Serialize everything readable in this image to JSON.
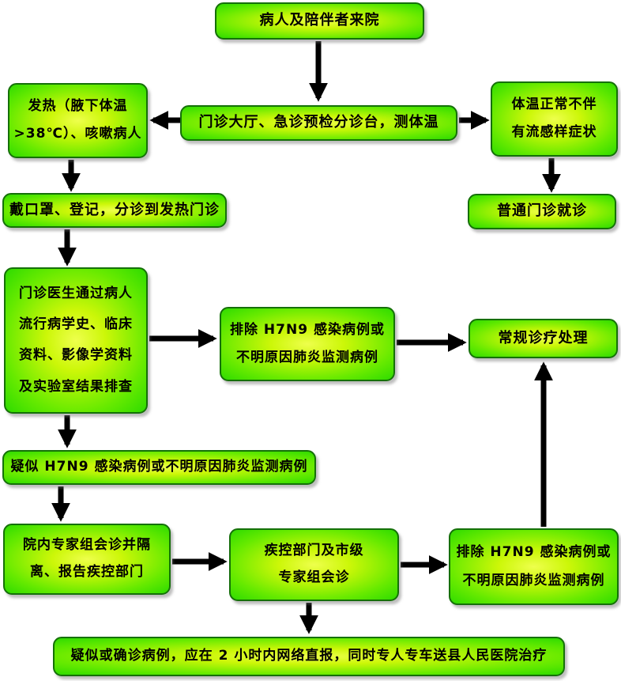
{
  "nodes": {
    "arrival": {
      "lines": [
        "病人及陪伴者来院"
      ]
    },
    "triage_desk": {
      "lines": [
        "门诊大厅、急诊预检分诊台，测体温"
      ]
    },
    "fever": {
      "lines": [
        "发热（腋下体温",
        ">38℃）、咳嗽病人"
      ]
    },
    "normal_temp": {
      "lines": [
        "体温正常不伴",
        "有流感样症状"
      ]
    },
    "mask_register": {
      "lines": [
        "戴口罩、登记，分诊到发热门诊"
      ]
    },
    "general_clinic": {
      "lines": [
        "普通门诊就诊"
      ]
    },
    "doctor_screening": {
      "lines": [
        "门诊医生通过病人",
        "流行病学史、临床",
        "资料、影像学资料",
        "及实验室结果排查"
      ]
    },
    "exclude_mid": {
      "lines": [
        "排除 H7N9 感染病例或",
        "不明原因肺炎监测病例"
      ]
    },
    "routine_care": {
      "lines": [
        "常规诊疗处理"
      ]
    },
    "suspected": {
      "lines": [
        "疑似 H7N9 感染病例或不明原因肺炎监测病例"
      ]
    },
    "hospital_experts": {
      "lines": [
        "院内专家组会诊并隔",
        "离、报告疾控部门"
      ]
    },
    "cdc_experts": {
      "lines": [
        "疾控部门及市级",
        "专家组会诊"
      ]
    },
    "exclude_right": {
      "lines": [
        "排除 H7N9 感染病例或",
        "不明原因肺炎监测病例"
      ]
    },
    "final_report": {
      "lines": [
        "疑似或确诊病例，应在 2 小时内网络直报，同时专人专车送县人民医院治疗"
      ]
    }
  },
  "edges": [
    {
      "from": "arrival",
      "to": "triage_desk"
    },
    {
      "from": "triage_desk",
      "to": "fever"
    },
    {
      "from": "triage_desk",
      "to": "normal_temp"
    },
    {
      "from": "fever",
      "to": "mask_register"
    },
    {
      "from": "normal_temp",
      "to": "general_clinic"
    },
    {
      "from": "mask_register",
      "to": "doctor_screening"
    },
    {
      "from": "doctor_screening",
      "to": "exclude_mid"
    },
    {
      "from": "exclude_mid",
      "to": "routine_care"
    },
    {
      "from": "doctor_screening",
      "to": "suspected"
    },
    {
      "from": "suspected",
      "to": "hospital_experts"
    },
    {
      "from": "hospital_experts",
      "to": "cdc_experts"
    },
    {
      "from": "cdc_experts",
      "to": "exclude_right"
    },
    {
      "from": "exclude_right",
      "to": "routine_care"
    },
    {
      "from": "cdc_experts",
      "to": "final_report"
    }
  ],
  "colors": {
    "box_center_yellow": "#eeff4d",
    "box_edge_green": "#2edb00",
    "box_border_green": "#157008",
    "arrow_black": "#000000",
    "text_black": "#000000",
    "background_white": "#ffffff"
  }
}
